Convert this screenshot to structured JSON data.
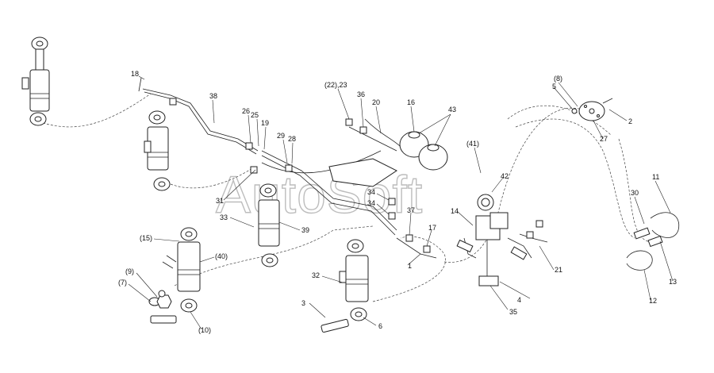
{
  "watermark": "AutoSoft",
  "callouts": [
    {
      "id": "c18",
      "text": "18"
    },
    {
      "id": "c38",
      "text": "38"
    },
    {
      "id": "c26",
      "text": "26"
    },
    {
      "id": "c25",
      "text": "25"
    },
    {
      "id": "c19",
      "text": "19"
    },
    {
      "id": "c29",
      "text": "29"
    },
    {
      "id": "c28",
      "text": "28"
    },
    {
      "id": "c22_23",
      "text": "(22),23"
    },
    {
      "id": "c36",
      "text": "36"
    },
    {
      "id": "c20",
      "text": "20"
    },
    {
      "id": "c16",
      "text": "16"
    },
    {
      "id": "c43",
      "text": "43"
    },
    {
      "id": "c41",
      "text": "(41)"
    },
    {
      "id": "c8",
      "text": "(8)"
    },
    {
      "id": "c5",
      "text": "5"
    },
    {
      "id": "c2",
      "text": "2"
    },
    {
      "id": "c27",
      "text": "27"
    },
    {
      "id": "c42",
      "text": "42"
    },
    {
      "id": "c11",
      "text": "11"
    },
    {
      "id": "c30",
      "text": "30"
    },
    {
      "id": "c14",
      "text": "14"
    },
    {
      "id": "c31",
      "text": "31"
    },
    {
      "id": "c33",
      "text": "33"
    },
    {
      "id": "c34a",
      "text": "34"
    },
    {
      "id": "c34b",
      "text": "34"
    },
    {
      "id": "c37",
      "text": "37"
    },
    {
      "id": "c17",
      "text": "17"
    },
    {
      "id": "c39",
      "text": "39"
    },
    {
      "id": "c15",
      "text": "(15)"
    },
    {
      "id": "c40",
      "text": "(40)"
    },
    {
      "id": "c9",
      "text": "(9)"
    },
    {
      "id": "c7",
      "text": "(7)"
    },
    {
      "id": "c10",
      "text": "(10)"
    },
    {
      "id": "c1",
      "text": "1"
    },
    {
      "id": "c21",
      "text": "21"
    },
    {
      "id": "c13",
      "text": "13"
    },
    {
      "id": "c12",
      "text": "12"
    },
    {
      "id": "c32",
      "text": "32"
    },
    {
      "id": "c3",
      "text": "3"
    },
    {
      "id": "c6",
      "text": "6"
    },
    {
      "id": "c4",
      "text": "4"
    },
    {
      "id": "c35",
      "text": "35"
    }
  ]
}
